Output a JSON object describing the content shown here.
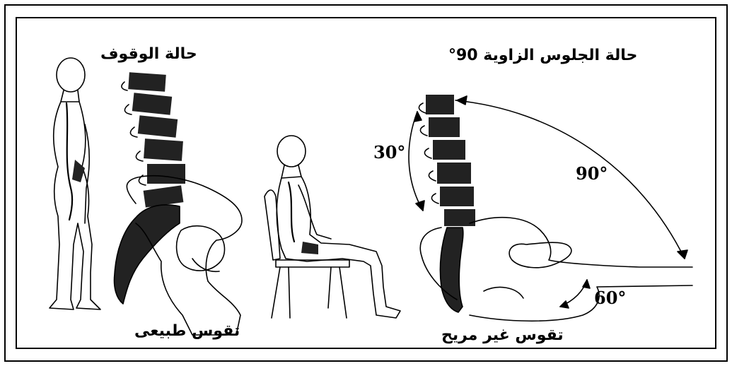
{
  "labels": {
    "standing_title": "حالة الوقوف",
    "sitting_title": "حالة الجلوس الزاوية 90°",
    "natural_curve": "تقوس طبيعى",
    "uncomfortable_curve": "تقوس غير مريح",
    "angle_30": "30°",
    "angle_90": "90°",
    "angle_60": "60°"
  },
  "colors": {
    "ink": "#000000",
    "vertebra": "#222222",
    "background": "#ffffff"
  }
}
